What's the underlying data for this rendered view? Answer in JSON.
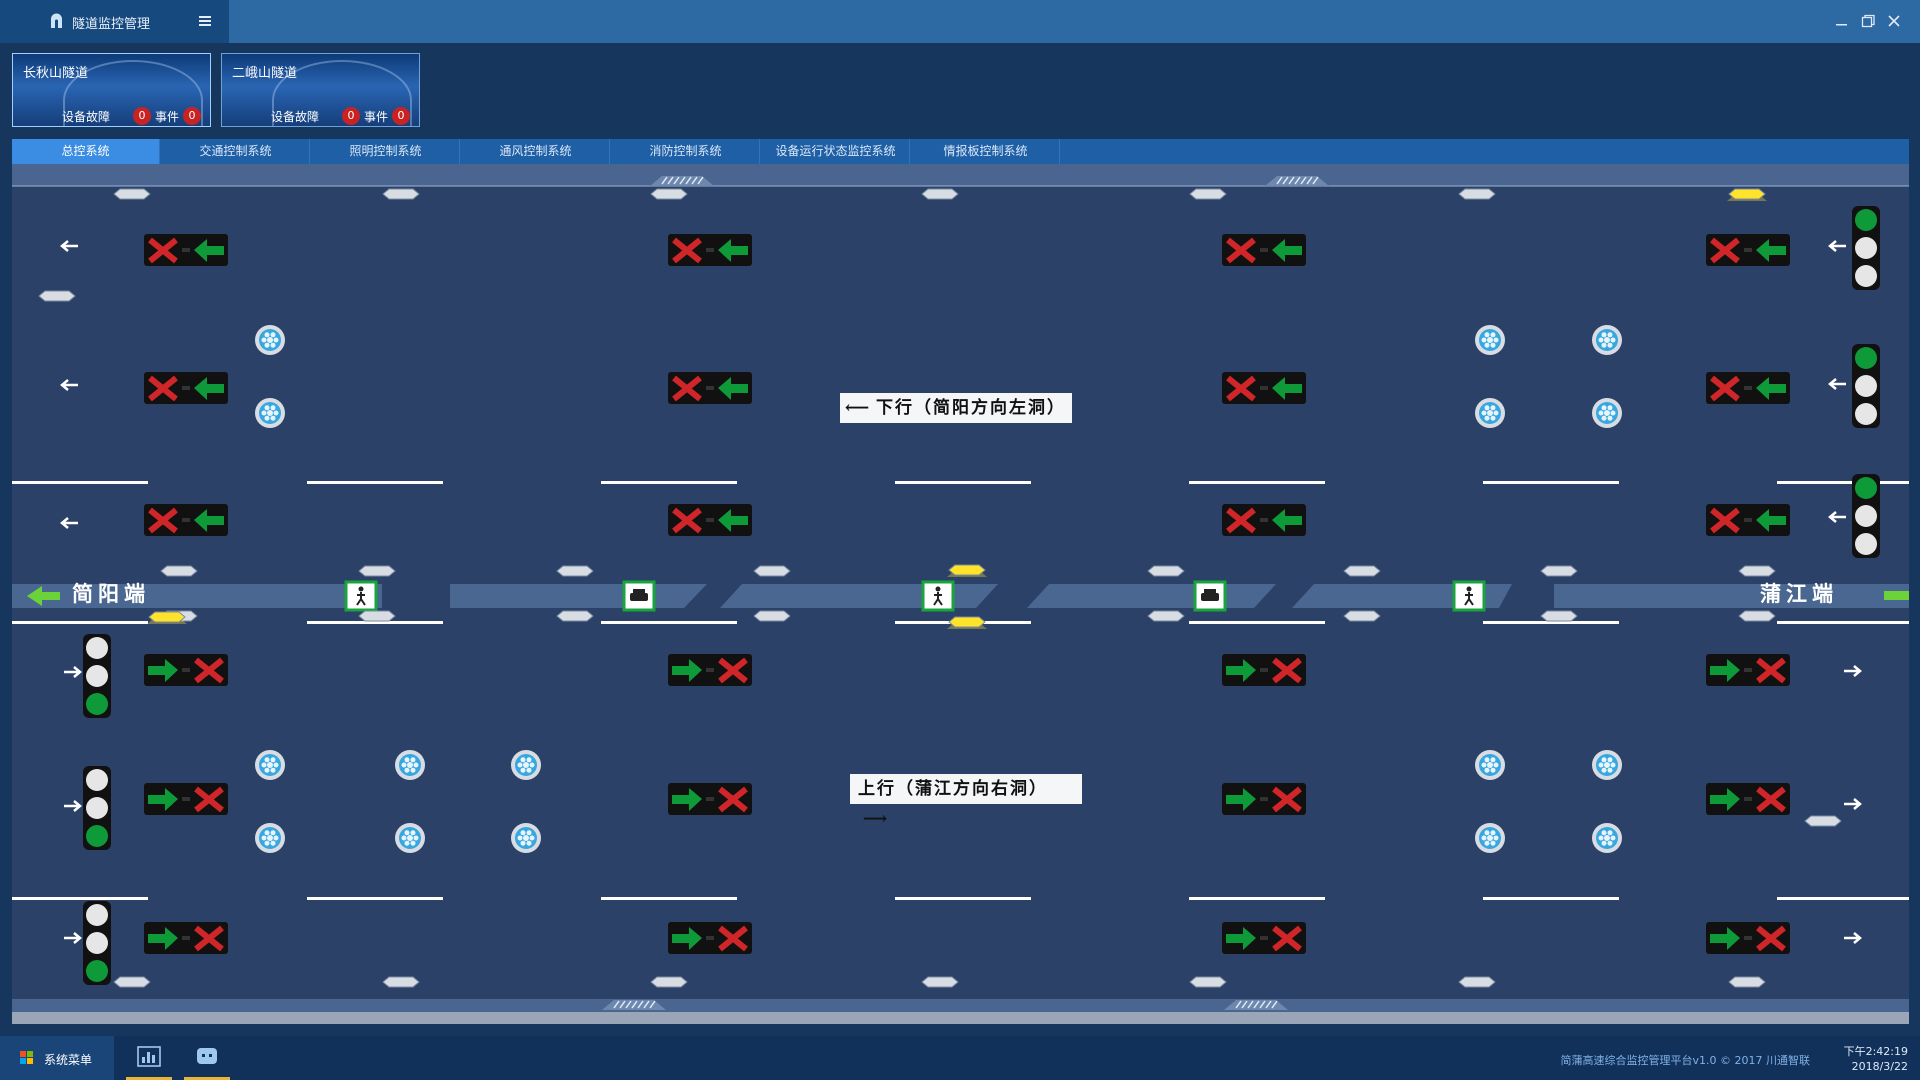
{
  "app": {
    "title": "隧道监控管理",
    "window_controls": [
      "minimize-icon",
      "maximize-icon",
      "close-icon"
    ]
  },
  "tunnels": [
    {
      "name": "长秋山隧道",
      "fault_label": "设备故障",
      "fault_count": "0",
      "event_label": "事件",
      "event_count": "0",
      "active": true
    },
    {
      "name": "二峨山隧道",
      "fault_label": "设备故障",
      "fault_count": "0",
      "event_label": "事件",
      "event_count": "0",
      "active": false
    }
  ],
  "tabs": [
    {
      "label": "总控系统",
      "active": true
    },
    {
      "label": "交通控制系统"
    },
    {
      "label": "照明控制系统"
    },
    {
      "label": "通风控制系统"
    },
    {
      "label": "消防控制系统"
    },
    {
      "label": "设备运行状态监控系统"
    },
    {
      "label": "情报板控制系统"
    }
  ],
  "tunnel_map": {
    "downbound_label": "下行（简阳方向左洞）",
    "upbound_label": "上行（蒲江方向右洞）",
    "west_end": "简阳端",
    "east_end": "蒲江端",
    "colors": {
      "road": "#2b4168",
      "median": "#4a6792",
      "lane_mark": "#ffffff",
      "signal_green": "#0f9a3a",
      "signal_red": "#d0262a",
      "lamp_on": "#ffe22a",
      "fan": "#37a7e0",
      "crossing_border": "#1aa53c"
    }
  },
  "taskbar": {
    "start_label": "系统菜单",
    "copyright": "简蒲高速综合监控管理平台v1.0 © 2017 川通智联",
    "time": "下午2:42:19",
    "date": "2018/3/22"
  }
}
